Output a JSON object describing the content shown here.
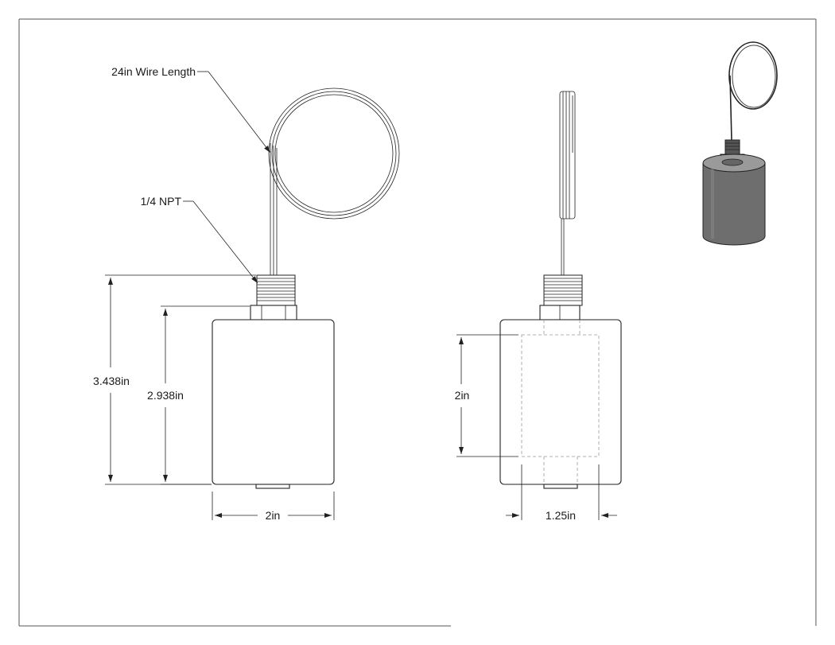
{
  "annotations": {
    "wire_length": "24in Wire Length",
    "npt": "1/4 NPT"
  },
  "dimensions": {
    "overall_height": "3.438in",
    "body_height": "2.938in",
    "front_width": "2in",
    "inner_height": "2in",
    "inner_width": "1.25in"
  },
  "colors": {
    "line": "#222222",
    "hidden_line": "#999999",
    "iso_body": "#6e6e6e",
    "iso_top": "#9a9a9a"
  }
}
